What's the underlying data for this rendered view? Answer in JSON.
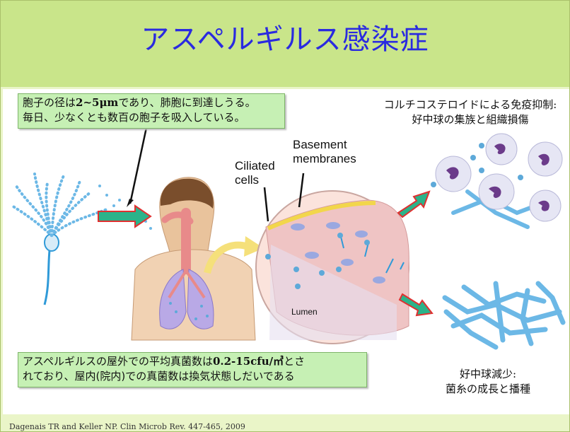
{
  "title": "アスペルギルス感染症",
  "spore_note": {
    "line1_pre": "胞子の径は",
    "line1_num": "2~5μm",
    "line1_post": "であり、肺胞に到達しうる。",
    "line2": "毎日、少なくとも数百の胞子を吸入している。"
  },
  "outdoor_note": {
    "line1_pre": "アスペルギルスの屋外での平均真菌数は",
    "line1_num": "0.2-15cfu/㎥",
    "line1_post": "とさ",
    "line2": "れており、屋内(院内)での真菌数は換気状態しだいである"
  },
  "steroid_caption": {
    "line1": "コルチコステロイドによる免疫抑制:",
    "line2": "好中球の集族と組織損傷"
  },
  "neutropenia_caption": {
    "line1": "好中球減少:",
    "line2": "菌糸の成長と播種"
  },
  "labels": {
    "basement_line1": "Basement",
    "basement_line2": "membranes",
    "ciliated_line1": "Ciliated",
    "ciliated_line2": "cells",
    "lumen": "Lumen"
  },
  "citation": "Dagenais TR and Keller NP. Clin Microb Rev. 447-465, 2009",
  "colors": {
    "title_text": "#2a2ae0",
    "title_band": "#c9e58a",
    "slide_background": "#eaf5c8",
    "note_fill": "#c6f0b4",
    "arrow_fill": "#2bb38a",
    "arrow_outline": "#e03030"
  },
  "icons": [
    "aspergillus-conidiophore-icon",
    "human-respiratory-icon",
    "airway-epithelium-icon",
    "neutrophil-icon",
    "hyphae-icon"
  ]
}
